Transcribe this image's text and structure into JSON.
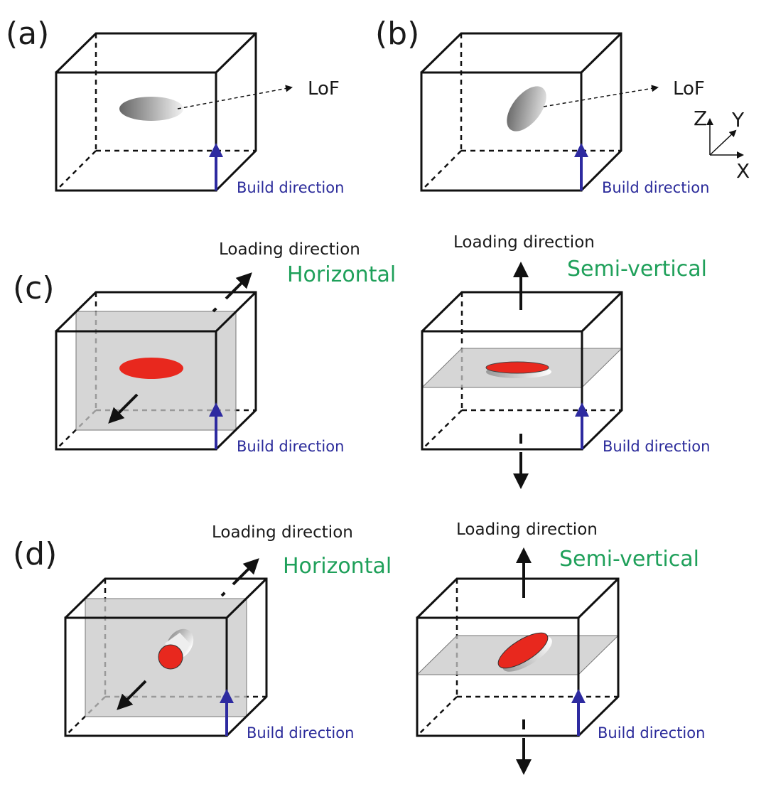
{
  "labels": {
    "a": "(a)",
    "b": "(b)",
    "c": "(c)",
    "d": "(d)"
  },
  "lof": "LoF",
  "build_direction": "Build direction",
  "loading_direction": "Loading direction",
  "horizontal": "Horizontal",
  "semi_vertical": "Semi-vertical",
  "axes": {
    "z": "Z",
    "y": "Y",
    "x": "X"
  },
  "colors": {
    "defect": "#e8281e",
    "build_arrow": "#2d2aa0",
    "orientation_text": "#1fa05a",
    "plane": "#c8c8c8"
  }
}
